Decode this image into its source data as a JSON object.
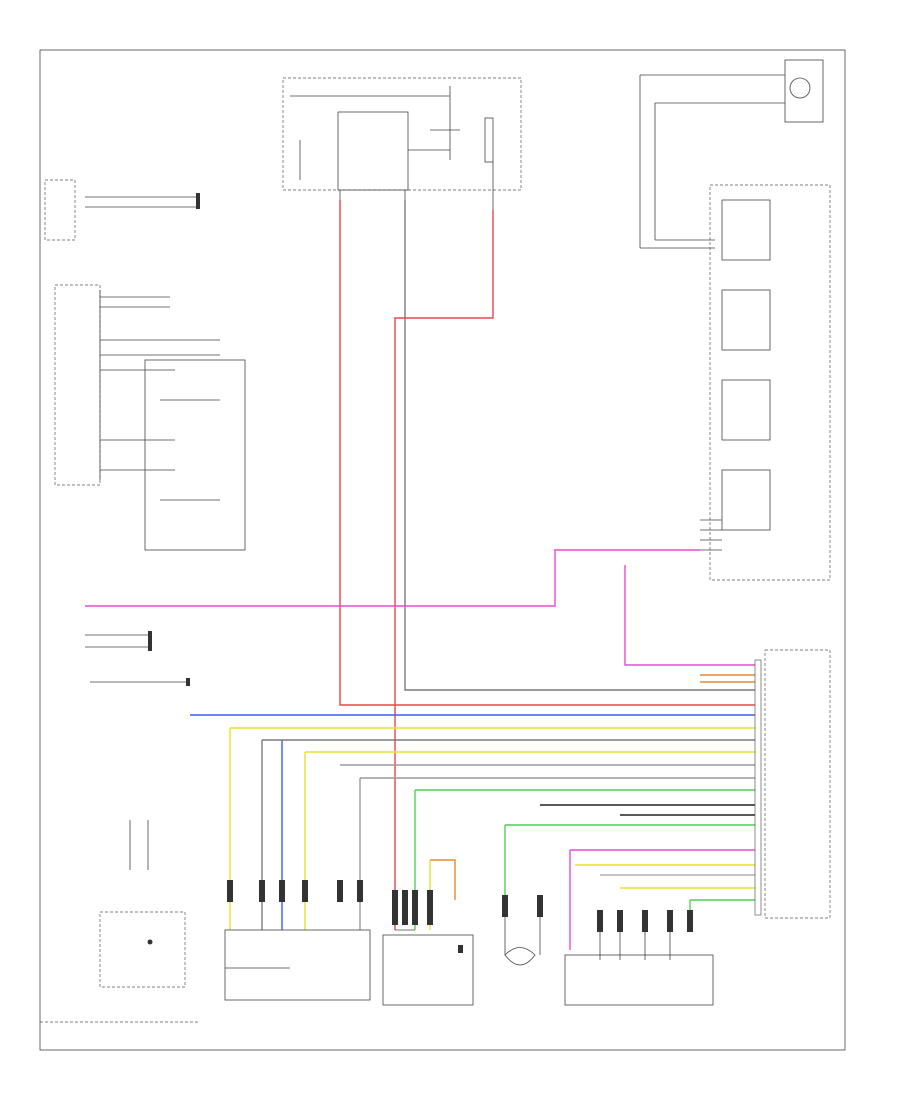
{
  "diagram": {
    "footer_code": "",
    "components": [
      {
        "id": "instrument-cluster",
        "label": ""
      },
      {
        "id": "brake-light-switch",
        "label": ""
      },
      {
        "id": "accelerator-pedal-module",
        "label": ""
      },
      {
        "id": "throttle-valve-control-module",
        "label": ""
      },
      {
        "id": "engine-speed-sensor",
        "label": ""
      },
      {
        "id": "engine-control-module",
        "label": ""
      },
      {
        "id": "transmission-output-speed-sensor",
        "label": ""
      },
      {
        "id": "cruise-control-switch",
        "label": ""
      }
    ],
    "wire_colors": {
      "red": "#e8474c",
      "pink": "#e84bd6",
      "blue": "#3d5ff0",
      "yellow": "#e9e02a",
      "green": "#4fd24f",
      "gray": "#7a7a7a",
      "black": "#222222",
      "orange": "#e88a2e",
      "brown": "#9b6a3c"
    }
  }
}
